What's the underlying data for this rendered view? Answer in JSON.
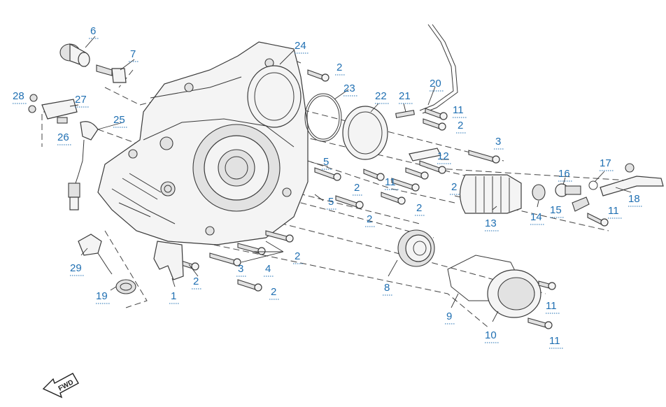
{
  "diagram": {
    "callouts": [
      {
        "id": "c6",
        "text": "6"
      },
      {
        "id": "c7",
        "text": "7"
      },
      {
        "id": "c28",
        "text": "28"
      },
      {
        "id": "c27",
        "text": "27"
      },
      {
        "id": "c26",
        "text": "26"
      },
      {
        "id": "c25",
        "text": "25"
      },
      {
        "id": "c24",
        "text": "24"
      },
      {
        "id": "c2a",
        "text": "2"
      },
      {
        "id": "c23",
        "text": "23"
      },
      {
        "id": "c22",
        "text": "22"
      },
      {
        "id": "c21",
        "text": "21"
      },
      {
        "id": "c20",
        "text": "20"
      },
      {
        "id": "c11a",
        "text": "11"
      },
      {
        "id": "c2b",
        "text": "2"
      },
      {
        "id": "c3a",
        "text": "3"
      },
      {
        "id": "c12",
        "text": "12"
      },
      {
        "id": "c5a",
        "text": "5"
      },
      {
        "id": "c2c",
        "text": "2"
      },
      {
        "id": "c11b",
        "text": "11"
      },
      {
        "id": "c2d",
        "text": "2"
      },
      {
        "id": "c2e",
        "text": "2"
      },
      {
        "id": "c5b",
        "text": "5"
      },
      {
        "id": "c2f",
        "text": "2"
      },
      {
        "id": "c16",
        "text": "16"
      },
      {
        "id": "c17",
        "text": "17"
      },
      {
        "id": "c18",
        "text": "18"
      },
      {
        "id": "c13",
        "text": "13"
      },
      {
        "id": "c14",
        "text": "14"
      },
      {
        "id": "c15",
        "text": "15"
      },
      {
        "id": "c11c",
        "text": "11"
      },
      {
        "id": "c29",
        "text": "29"
      },
      {
        "id": "c2g",
        "text": "2"
      },
      {
        "id": "c3b",
        "text": "3"
      },
      {
        "id": "c4",
        "text": "4"
      },
      {
        "id": "c2h",
        "text": "2"
      },
      {
        "id": "c2i",
        "text": "2"
      },
      {
        "id": "c19",
        "text": "19"
      },
      {
        "id": "c1",
        "text": "1"
      },
      {
        "id": "c8",
        "text": "8"
      },
      {
        "id": "c9",
        "text": "9"
      },
      {
        "id": "c10",
        "text": "10"
      },
      {
        "id": "c11d",
        "text": "11"
      },
      {
        "id": "c11e",
        "text": "11"
      }
    ],
    "fwd_label": "FWD"
  }
}
